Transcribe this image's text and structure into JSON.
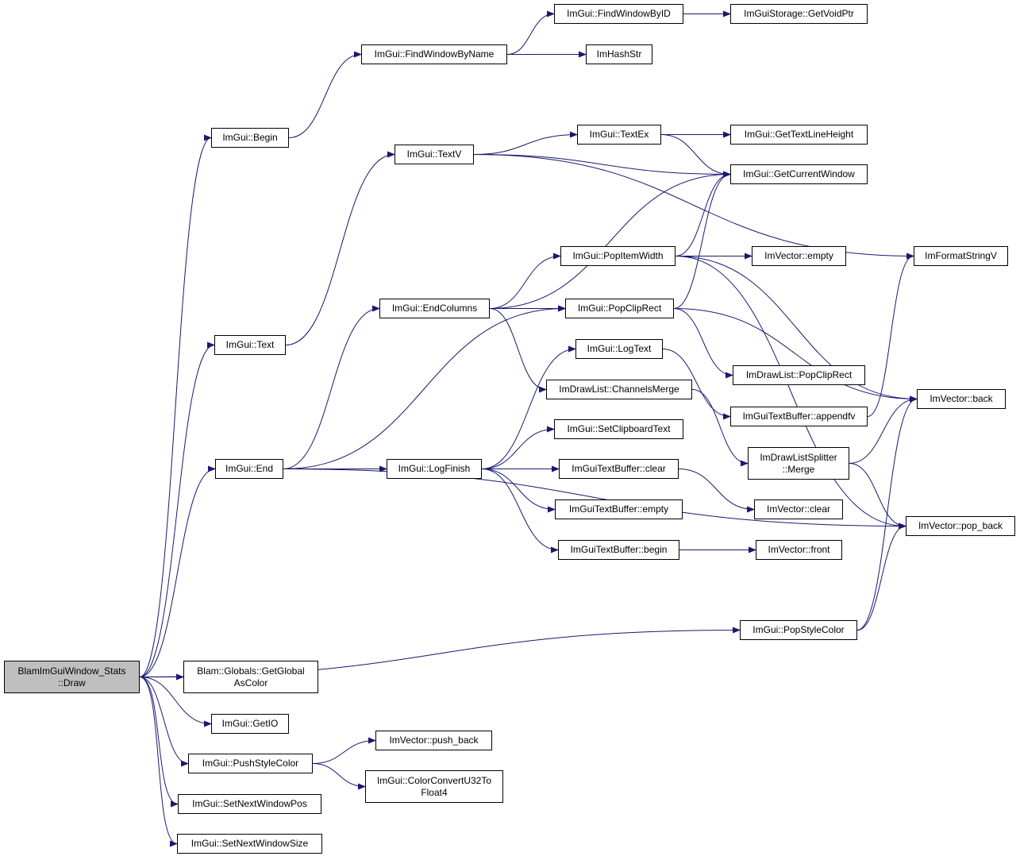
{
  "diagram": {
    "colors": {
      "edge": "#191970",
      "border": "#000000",
      "node_fill": "#ffffff",
      "root_fill": "#bfbfbf"
    },
    "nodes": {
      "root": "BlamImGuiWindow_Stats\n::Draw",
      "begin": "ImGui::Begin",
      "text": "ImGui::Text",
      "end": "ImGui::End",
      "getglobal": "Blam::Globals::GetGlobal\nAsColor",
      "getio": "ImGui::GetIO",
      "pushstylecolor": "ImGui::PushStyleColor",
      "setnextwindowpos": "ImGui::SetNextWindowPos",
      "setnextwindowsize": "ImGui::SetNextWindowSize",
      "findwindowbyname": "ImGui::FindWindowByName",
      "findwindowbyid": "ImGui::FindWindowByID",
      "getvoidptr": "ImGuiStorage::GetVoidPtr",
      "imhashstr": "ImHashStr",
      "textv": "ImGui::TextV",
      "textex": "ImGui::TextEx",
      "gettextlineheight": "ImGui::GetTextLineHeight",
      "getcurrentwindow": "ImGui::GetCurrentWindow",
      "imformatstringv": "ImFormatStringV",
      "popitemwidth": "ImGui::PopItemWidth",
      "vecempty": "ImVector::empty",
      "endcolumns": "ImGui::EndColumns",
      "popcliprect": "ImGui::PopClipRect",
      "logtext": "ImGui::LogText",
      "channelsmerge": "ImDrawList::ChannelsMerge",
      "dlpopcliprect": "ImDrawList::PopClipRect",
      "appendfv": "ImGuiTextBuffer::appendfv",
      "vecback": "ImVector::back",
      "logfinish": "ImGui::LogFinish",
      "setclipboardtext": "ImGui::SetClipboardText",
      "tbclear": "ImGuiTextBuffer::clear",
      "tbempty": "ImGuiTextBuffer::empty",
      "tbbegin": "ImGuiTextBuffer::begin",
      "splittermerge": "ImDrawListSplitter\n::Merge",
      "vecclear": "ImVector::clear",
      "vecfront": "ImVector::front",
      "vecpopback": "ImVector::pop_back",
      "popstylecolor": "ImGui::PopStyleColor",
      "vecpushback": "ImVector::push_back",
      "colorconvert": "ImGui::ColorConvertU32To\nFloat4"
    },
    "edges": [
      [
        "root",
        "begin"
      ],
      [
        "root",
        "text"
      ],
      [
        "root",
        "end"
      ],
      [
        "root",
        "getglobal"
      ],
      [
        "root",
        "getio"
      ],
      [
        "root",
        "pushstylecolor"
      ],
      [
        "root",
        "setnextwindowpos"
      ],
      [
        "root",
        "setnextwindowsize"
      ],
      [
        "root",
        "popstylecolor"
      ],
      [
        "begin",
        "findwindowbyname"
      ],
      [
        "findwindowbyname",
        "findwindowbyid"
      ],
      [
        "findwindowbyname",
        "imhashstr"
      ],
      [
        "findwindowbyid",
        "getvoidptr"
      ],
      [
        "text",
        "textv"
      ],
      [
        "textv",
        "textex"
      ],
      [
        "textv",
        "getcurrentwindow"
      ],
      [
        "textv",
        "imformatstringv"
      ],
      [
        "textex",
        "gettextlineheight"
      ],
      [
        "textex",
        "getcurrentwindow"
      ],
      [
        "end",
        "endcolumns"
      ],
      [
        "end",
        "popcliprect"
      ],
      [
        "end",
        "logfinish"
      ],
      [
        "end",
        "vecpopback"
      ],
      [
        "endcolumns",
        "getcurrentwindow"
      ],
      [
        "endcolumns",
        "popitemwidth"
      ],
      [
        "endcolumns",
        "popcliprect"
      ],
      [
        "endcolumns",
        "channelsmerge"
      ],
      [
        "popitemwidth",
        "getcurrentwindow"
      ],
      [
        "popitemwidth",
        "vecempty"
      ],
      [
        "popitemwidth",
        "vecback"
      ],
      [
        "popitemwidth",
        "vecpopback"
      ],
      [
        "popcliprect",
        "getcurrentwindow"
      ],
      [
        "popcliprect",
        "dlpopcliprect"
      ],
      [
        "popcliprect",
        "vecback"
      ],
      [
        "logtext",
        "appendfv"
      ],
      [
        "appendfv",
        "imformatstringv"
      ],
      [
        "channelsmerge",
        "splittermerge"
      ],
      [
        "splittermerge",
        "vecback"
      ],
      [
        "splittermerge",
        "vecpopback"
      ],
      [
        "logfinish",
        "logtext"
      ],
      [
        "logfinish",
        "setclipboardtext"
      ],
      [
        "logfinish",
        "tbclear"
      ],
      [
        "logfinish",
        "tbempty"
      ],
      [
        "logfinish",
        "tbbegin"
      ],
      [
        "tbclear",
        "vecclear"
      ],
      [
        "tbbegin",
        "vecfront"
      ],
      [
        "popstylecolor",
        "vecback"
      ],
      [
        "popstylecolor",
        "vecpopback"
      ],
      [
        "pushstylecolor",
        "vecpushback"
      ],
      [
        "pushstylecolor",
        "colorconvert"
      ]
    ]
  }
}
